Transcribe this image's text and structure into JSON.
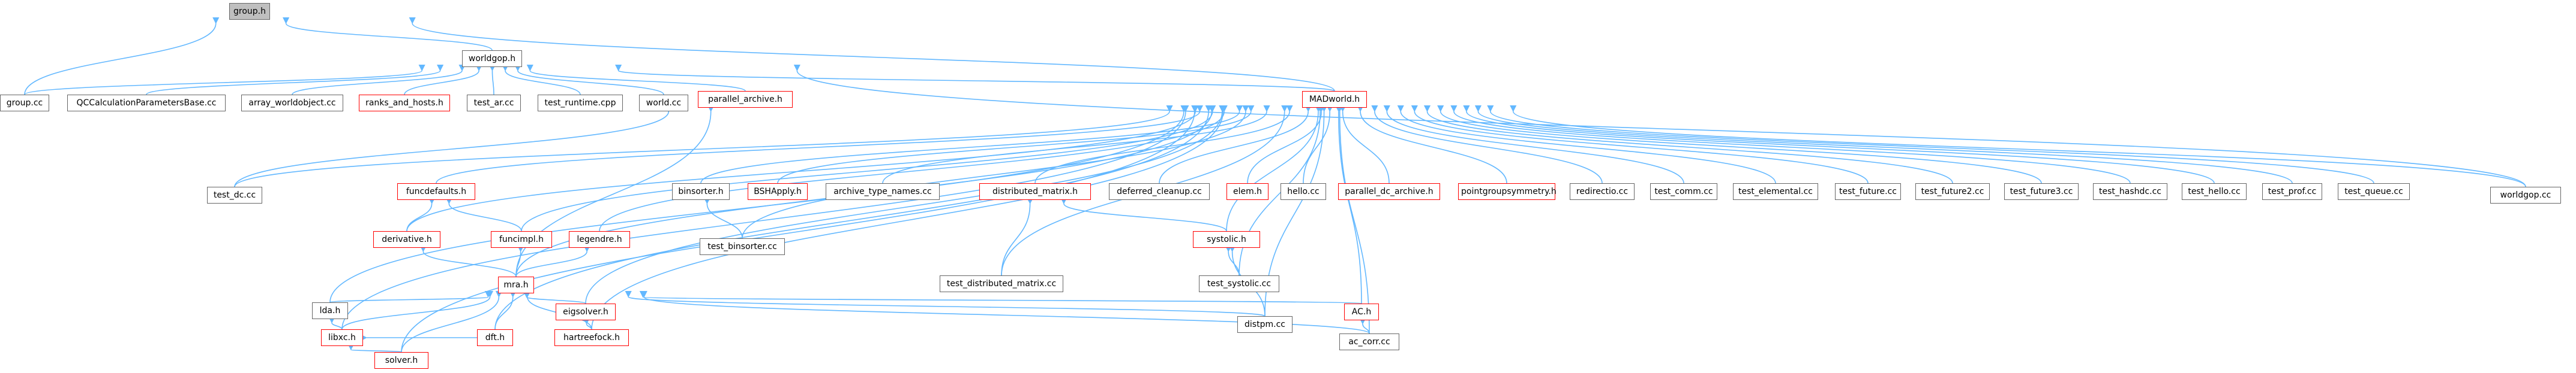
{
  "diagram": {
    "edge_color": "#63b8ff",
    "link_node_border": "#ff0000",
    "plain_node_border": "#666666",
    "root_fill": "#bfbfbf",
    "nodes": [
      {
        "id": "group_h",
        "label": "group.h",
        "kind": "root"
      },
      {
        "id": "worldgop_h",
        "label": "worldgop.h",
        "kind": "plain"
      },
      {
        "id": "group_cc",
        "label": "group.cc",
        "kind": "plain"
      },
      {
        "id": "qccalc",
        "label": "QCCalculationParametersBase.cc",
        "kind": "plain"
      },
      {
        "id": "array_wo",
        "label": "array_worldobject.cc",
        "kind": "plain"
      },
      {
        "id": "ranks_hosts",
        "label": "ranks_and_hosts.h",
        "kind": "red"
      },
      {
        "id": "test_ar",
        "label": "test_ar.cc",
        "kind": "plain"
      },
      {
        "id": "test_runtime",
        "label": "test_runtime.cpp",
        "kind": "plain"
      },
      {
        "id": "world_cc",
        "label": "world.cc",
        "kind": "plain"
      },
      {
        "id": "parallel_archive",
        "label": "parallel_archive.h",
        "kind": "red"
      },
      {
        "id": "madworld_h",
        "label": "MADworld.h",
        "kind": "red"
      },
      {
        "id": "worldgop_cc",
        "label": "worldgop.cc",
        "kind": "plain"
      },
      {
        "id": "test_dc",
        "label": "test_dc.cc",
        "kind": "plain"
      },
      {
        "id": "funcdefaults",
        "label": "funcdefaults.h",
        "kind": "red"
      },
      {
        "id": "binsorter_h",
        "label": "binsorter.h",
        "kind": "plain"
      },
      {
        "id": "bshapply",
        "label": "BSHApply.h",
        "kind": "red"
      },
      {
        "id": "archive_type",
        "label": "archive_type_names.cc",
        "kind": "plain"
      },
      {
        "id": "distmatrix_h",
        "label": "distributed_matrix.h",
        "kind": "red"
      },
      {
        "id": "deferred",
        "label": "deferred_cleanup.cc",
        "kind": "plain"
      },
      {
        "id": "elem_h",
        "label": "elem.h",
        "kind": "red"
      },
      {
        "id": "hello_cc",
        "label": "hello.cc",
        "kind": "plain"
      },
      {
        "id": "parallel_dc",
        "label": "parallel_dc_archive.h",
        "kind": "red"
      },
      {
        "id": "pointgroup",
        "label": "pointgroupsymmetry.h",
        "kind": "red"
      },
      {
        "id": "redirectio",
        "label": "redirectio.cc",
        "kind": "plain"
      },
      {
        "id": "test_comm",
        "label": "test_comm.cc",
        "kind": "plain"
      },
      {
        "id": "test_elemental",
        "label": "test_elemental.cc",
        "kind": "plain"
      },
      {
        "id": "test_future",
        "label": "test_future.cc",
        "kind": "plain"
      },
      {
        "id": "test_future2",
        "label": "test_future2.cc",
        "kind": "plain"
      },
      {
        "id": "test_future3",
        "label": "test_future3.cc",
        "kind": "plain"
      },
      {
        "id": "test_hashdc",
        "label": "test_hashdc.cc",
        "kind": "plain"
      },
      {
        "id": "test_hello",
        "label": "test_hello.cc",
        "kind": "plain"
      },
      {
        "id": "test_prof",
        "label": "test_prof.cc",
        "kind": "plain"
      },
      {
        "id": "test_queue",
        "label": "test_queue.cc",
        "kind": "plain"
      },
      {
        "id": "derivative",
        "label": "derivative.h",
        "kind": "red"
      },
      {
        "id": "funcimpl",
        "label": "funcimpl.h",
        "kind": "red"
      },
      {
        "id": "legendre",
        "label": "legendre.h",
        "kind": "red"
      },
      {
        "id": "test_binsorter",
        "label": "test_binsorter.cc",
        "kind": "plain"
      },
      {
        "id": "test_distmatrix",
        "label": "test_distributed_matrix.cc",
        "kind": "plain"
      },
      {
        "id": "systolic",
        "label": "systolic.h",
        "kind": "red"
      },
      {
        "id": "mra_h",
        "label": "mra.h",
        "kind": "red"
      },
      {
        "id": "test_systolic",
        "label": "test_systolic.cc",
        "kind": "plain"
      },
      {
        "id": "lda_h",
        "label": "lda.h",
        "kind": "plain"
      },
      {
        "id": "eigsolver",
        "label": "eigsolver.h",
        "kind": "red"
      },
      {
        "id": "distpm",
        "label": "distpm.cc",
        "kind": "plain"
      },
      {
        "id": "ac_h",
        "label": "AC.h",
        "kind": "red"
      },
      {
        "id": "libxc",
        "label": "libxc.h",
        "kind": "red"
      },
      {
        "id": "dft_h",
        "label": "dft.h",
        "kind": "red"
      },
      {
        "id": "hartreefock",
        "label": "hartreefock.h",
        "kind": "red"
      },
      {
        "id": "ac_corr",
        "label": "ac_corr.cc",
        "kind": "plain"
      },
      {
        "id": "solver_h",
        "label": "solver.h",
        "kind": "red"
      }
    ]
  }
}
